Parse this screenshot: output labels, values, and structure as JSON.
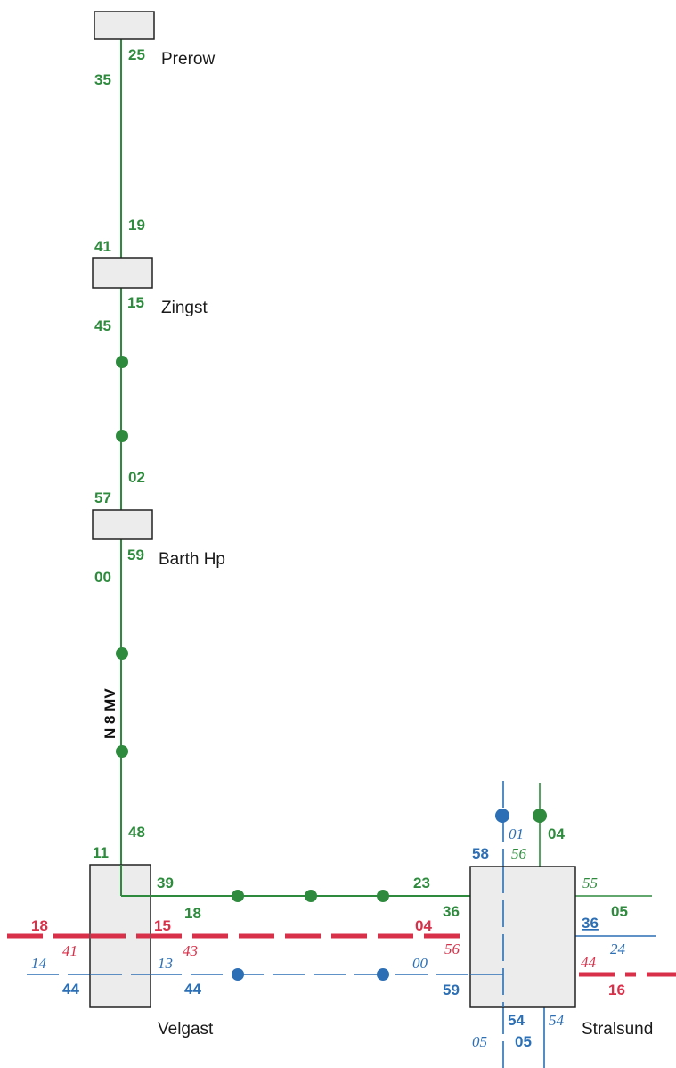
{
  "colors": {
    "green": "#2e8b3e",
    "blue": "#2c6fb5",
    "red": "#d9304a",
    "station_fill": "#ececec",
    "station_stroke": "#222222"
  },
  "line_label": "N 8 MV",
  "stations": {
    "prerow": {
      "name": "Prerow",
      "arr": "25",
      "dep": "35"
    },
    "zingst": {
      "name": "Zingst",
      "in_top": "19",
      "out_top": "41",
      "arr": "15",
      "dep": "45"
    },
    "barth": {
      "name": "Barth Hp",
      "in_top": "02",
      "out_top": "57",
      "arr": "59",
      "dep": "00"
    },
    "velgast": {
      "name": "Velgast",
      "green_arr": "48",
      "green_dep": "11",
      "green_right_dep": "39",
      "green_right_arr": "18",
      "red_left_top": "18",
      "red_left_bottom": "41",
      "red_right_top": "15",
      "red_right_bottom": "43",
      "blue_left_top": "14",
      "blue_left_bottom": "44",
      "blue_right_top": "13",
      "blue_right_bottom": "44"
    },
    "stralsund": {
      "name": "Stralsund",
      "green_left_top": "23",
      "green_left_bottom": "36",
      "red_left_top": "04",
      "red_left_bottom": "56",
      "blue_left_top": "00",
      "blue_left_bottom": "59",
      "top_blue_a": "58",
      "top_blue_b": "01",
      "top_green_a": "56",
      "top_green_b": "04",
      "right_green_top": "55",
      "right_green_bottom": "05",
      "right_blue_top": "36",
      "right_blue_bottom": "24",
      "right_red_top": "44",
      "right_red_bottom": "16",
      "bottom_blue_a": "54",
      "bottom_blue_b": "54",
      "bottom_blue_c": "05",
      "bottom_blue_d": "05"
    }
  }
}
